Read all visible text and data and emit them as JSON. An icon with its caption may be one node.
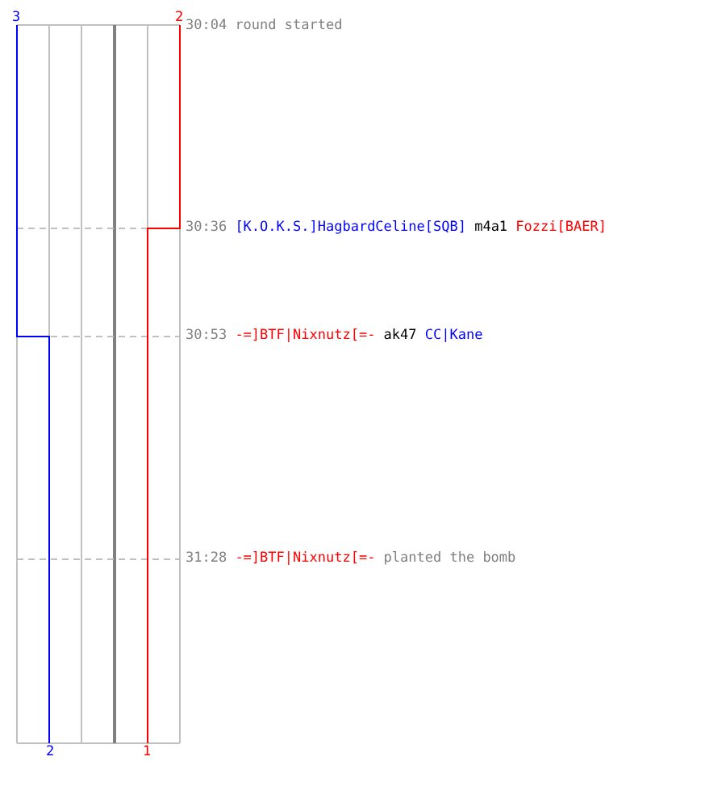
{
  "diagram": {
    "labels": [
      "3",
      "2",
      "30:04",
      "round started",
      "30:36",
      "[K.O.K.S.]HagbardCeline[SQB]",
      "m4a1",
      "Fozzi[BAER]",
      "30:53",
      "-=]BTF|Nixnutz[=-",
      "ak47",
      "CC|Kane",
      "31:28",
      "-=]BTF|Nixnutz[=-",
      "planted the bomb",
      "2",
      "1"
    ]
  }
}
